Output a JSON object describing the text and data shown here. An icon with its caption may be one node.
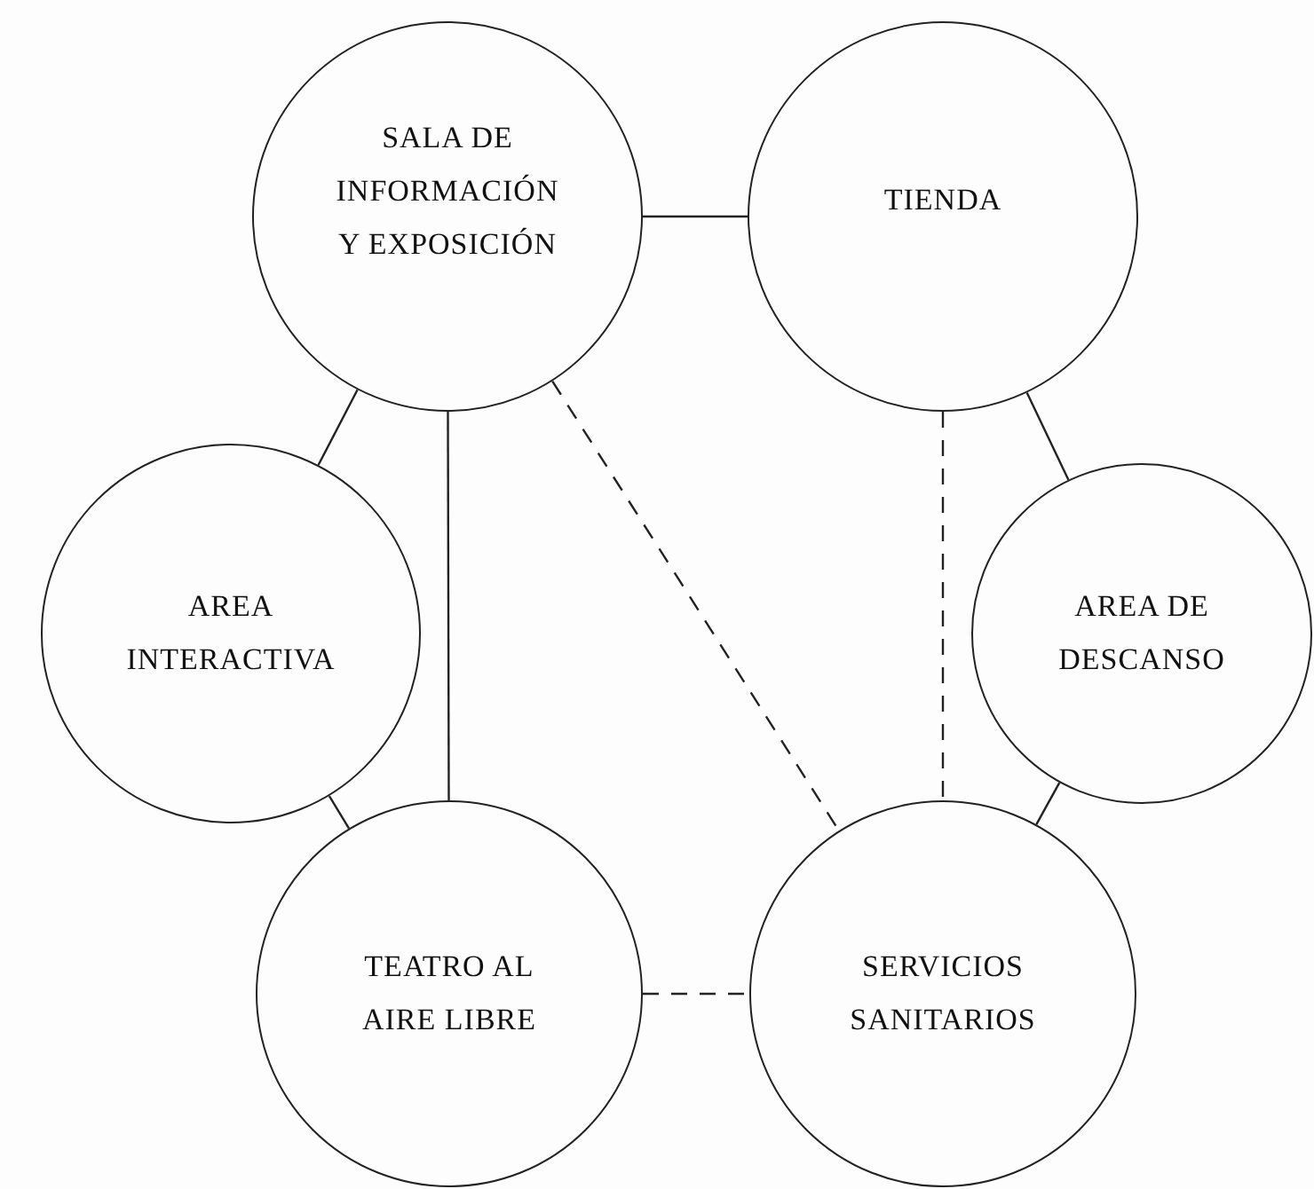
{
  "diagram": {
    "nodes": [
      {
        "text": [
          "SALA DE INFORMACIÓN Y EXPOSICIÓN"
        ]
      },
      {
        "text": [
          "TIENDA"
        ]
      },
      {
        "text": [
          "AREA INTERACTIVA"
        ]
      },
      {
        "text": [
          "AREA DE DESCANSO"
        ]
      },
      {
        "text": [
          "TEATRO AL AIRE LIBRE"
        ]
      },
      {
        "text": [
          "SERVICIOS SANITARIOS"
        ]
      }
    ],
    "edges": [
      {
        "from": 0,
        "to": 1,
        "arrow": "none"
      },
      {
        "from": 0,
        "to": 2,
        "arrow": "none"
      },
      {
        "from": 0,
        "to": 4,
        "arrow": "none"
      },
      {
        "from": 0,
        "to": 5,
        "arrow": "none",
        "style": "dashed"
      },
      {
        "from": 1,
        "to": 3,
        "arrow": "none"
      },
      {
        "from": 1,
        "to": 5,
        "arrow": "none",
        "style": "dashed"
      },
      {
        "from": 2,
        "to": 4,
        "arrow": "none"
      },
      {
        "from": 3,
        "to": 5,
        "arrow": "none"
      },
      {
        "from": 4,
        "to": 5,
        "arrow": "none",
        "style": "dashed"
      }
    ]
  }
}
